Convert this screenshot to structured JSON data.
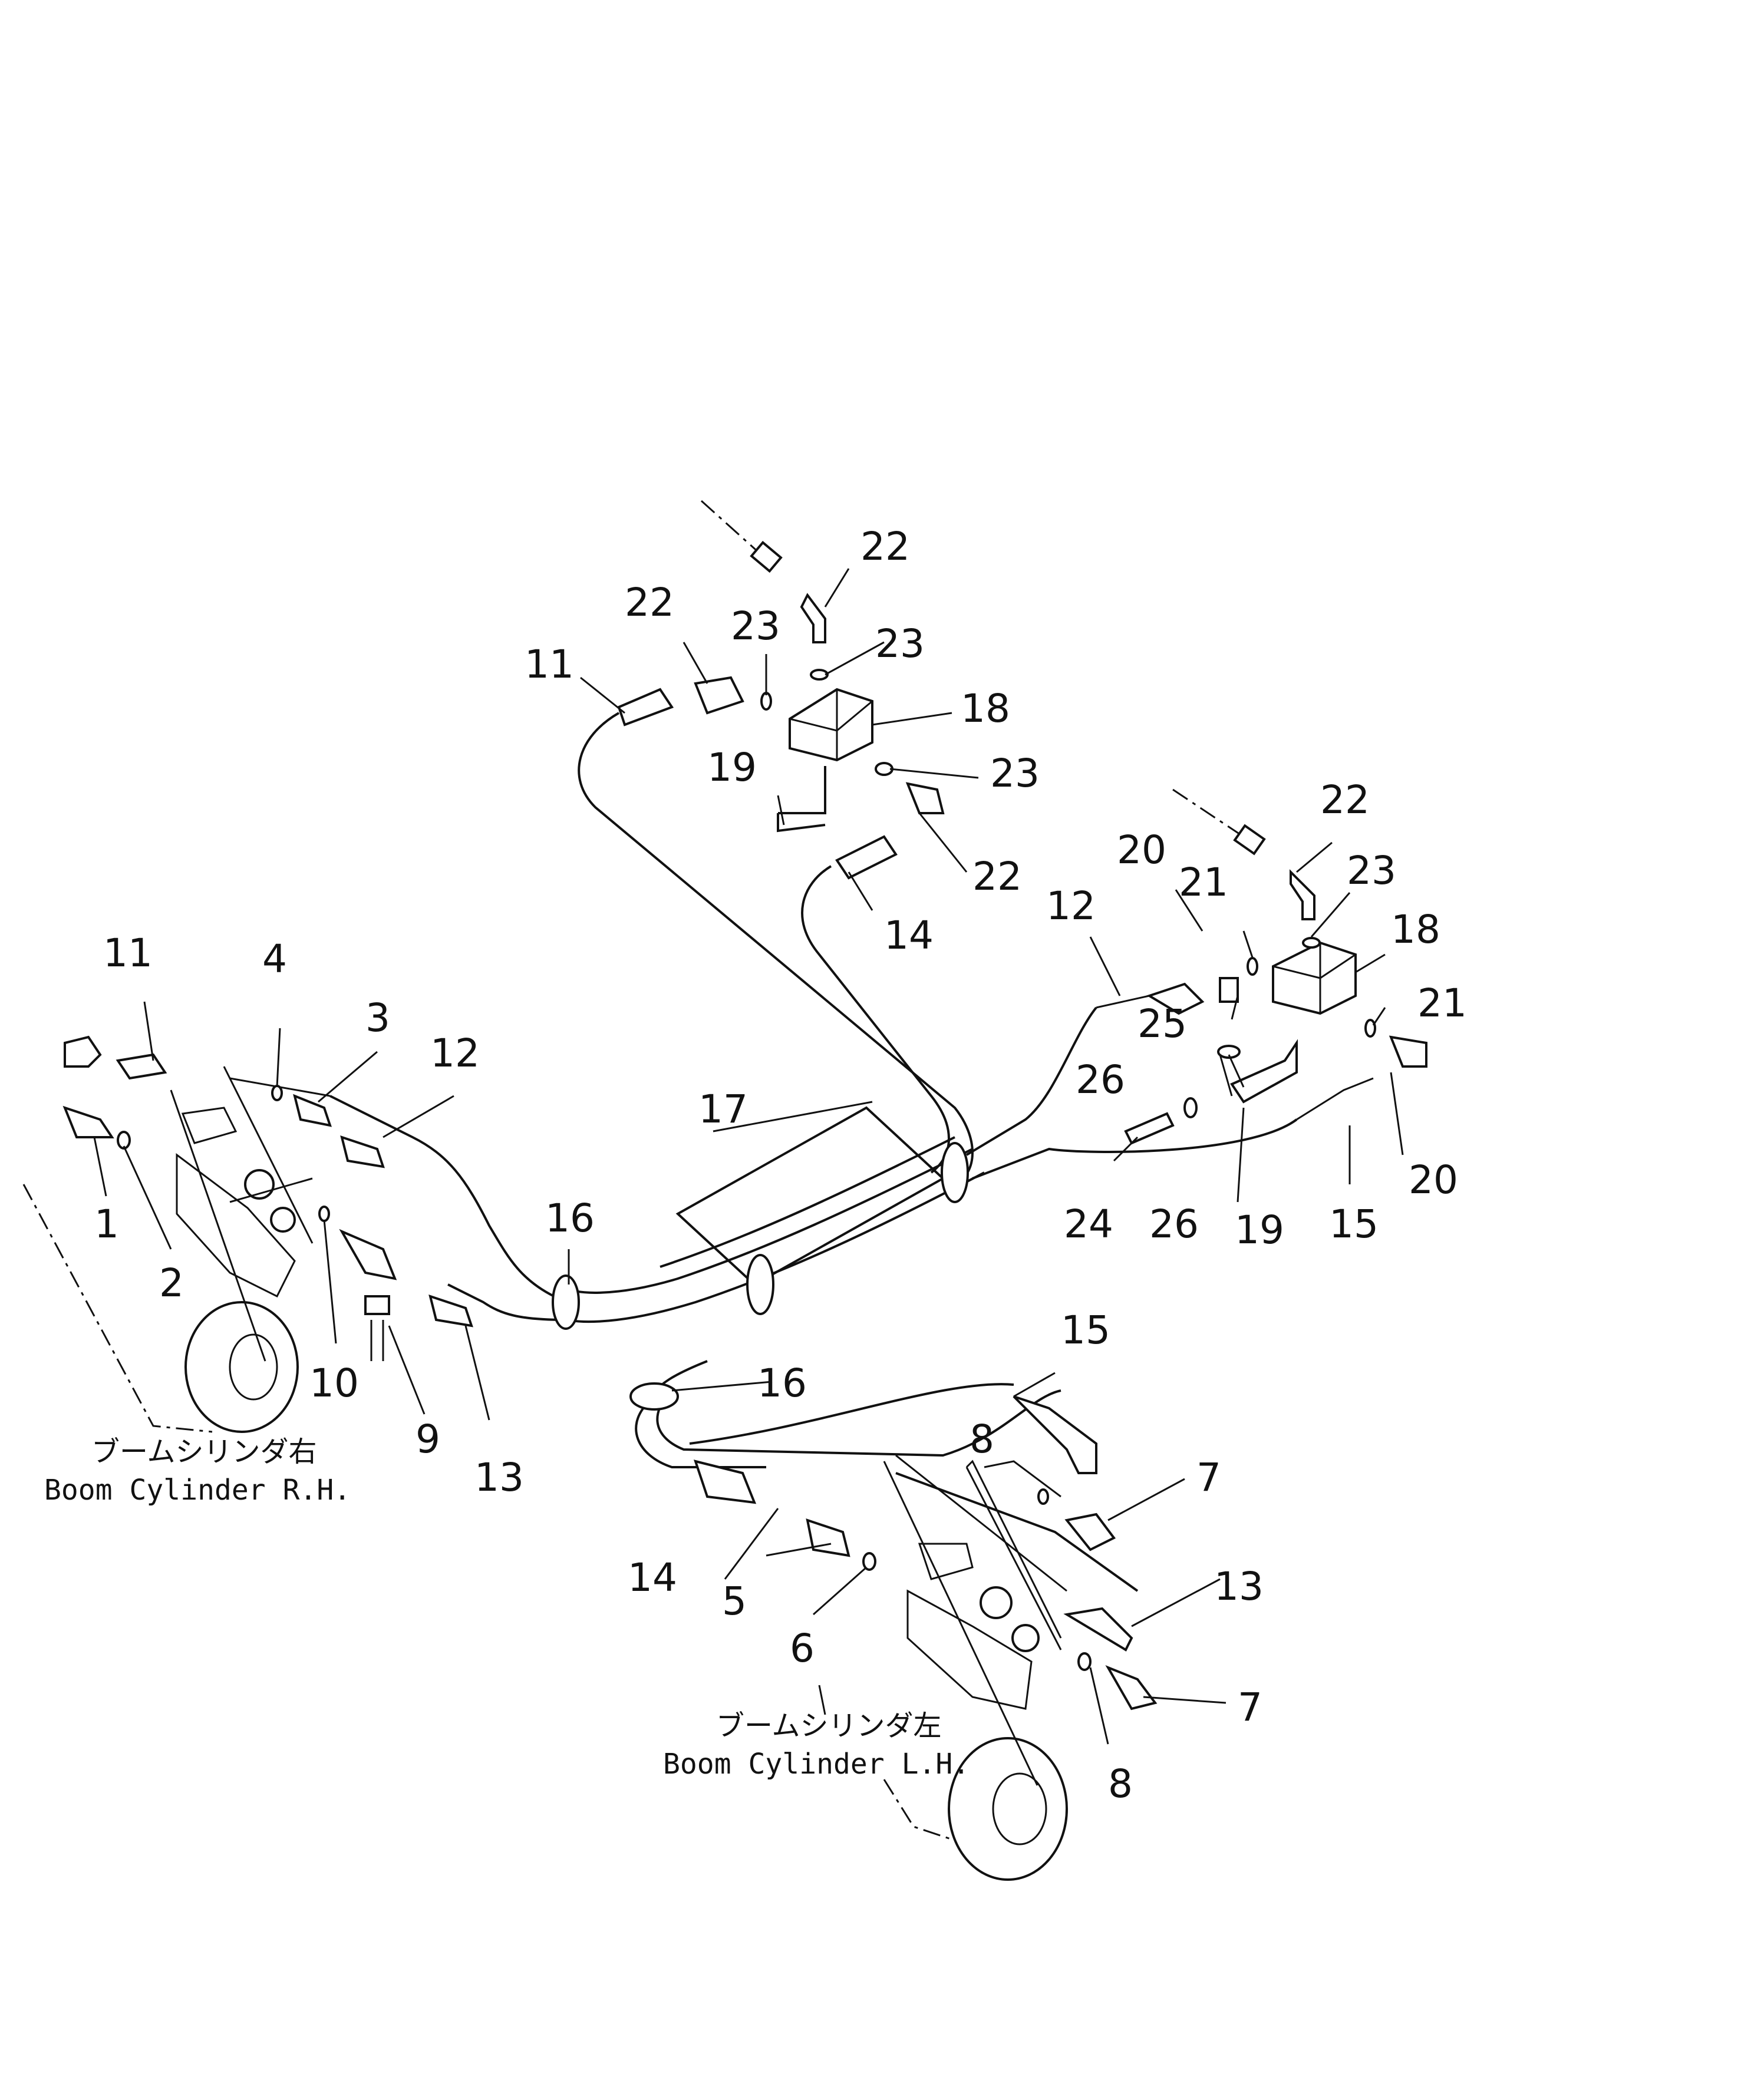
{
  "parts": {
    "n1": "1",
    "n2": "2",
    "n3": "3",
    "n4": "4",
    "n5": "5",
    "n6": "6",
    "n7": "7",
    "n8": "8",
    "n9": "9",
    "n10": "10",
    "n11": "11",
    "n12": "12",
    "n13": "13",
    "n14": "14",
    "n15": "15",
    "n16": "16",
    "n17": "17",
    "n18": "18",
    "n19": "19",
    "n20": "20",
    "n21": "21",
    "n22": "22",
    "n23": "23",
    "n24": "24",
    "n25": "25",
    "n26": "26"
  },
  "captions": {
    "rh_jp": "ブームシリンダ右",
    "rh_en": "Boom Cylinder R.H.",
    "lh_jp": "ブームシリンダ左",
    "lh_en": "Boom Cylinder L.H."
  }
}
